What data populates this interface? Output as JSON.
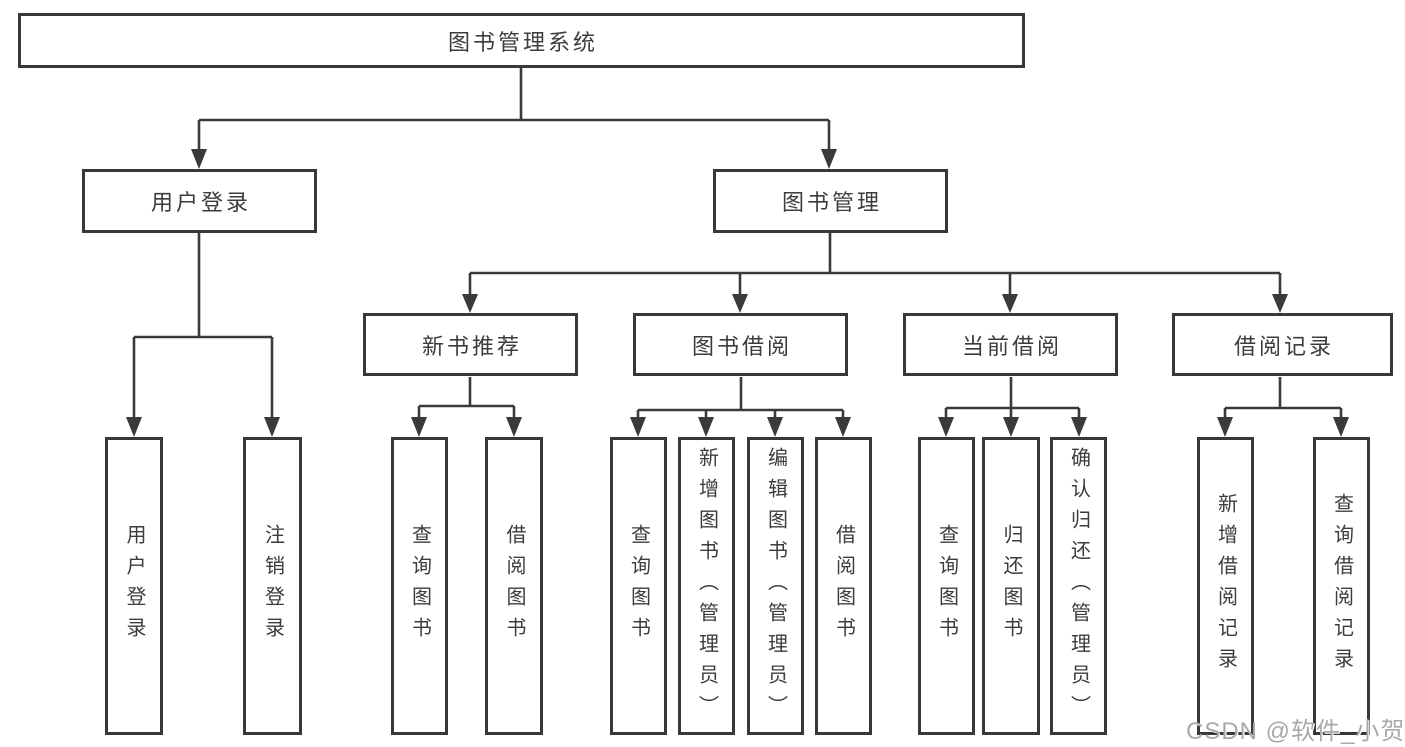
{
  "diagram": {
    "type": "hierarchy-tree",
    "root": {
      "label": "图书管理系统"
    },
    "branches": [
      {
        "label": "用户登录",
        "children": [
          "用户登录",
          "注销登录"
        ]
      },
      {
        "label": "图书管理",
        "sections": [
          {
            "label": "新书推荐",
            "children": [
              "查询图书",
              "借阅图书"
            ]
          },
          {
            "label": "图书借阅",
            "children": [
              "查询图书",
              "新增图书（管理员）",
              "编辑图书（管理员）",
              "借阅图书"
            ]
          },
          {
            "label": "当前借阅",
            "children": [
              "查询图书",
              "归还图书",
              "确认归还（管理员）"
            ]
          },
          {
            "label": "借阅记录",
            "children": [
              "新增借阅记录",
              "查询借阅记录"
            ]
          }
        ]
      }
    ]
  },
  "watermark": {
    "text": "CSDN @软件_小贺同学"
  },
  "colors": {
    "line": "#3a3a3a",
    "box_border": "#383838",
    "text": "#3c3c3c",
    "background": "#ffffff",
    "watermark": "#a9a9a9"
  }
}
